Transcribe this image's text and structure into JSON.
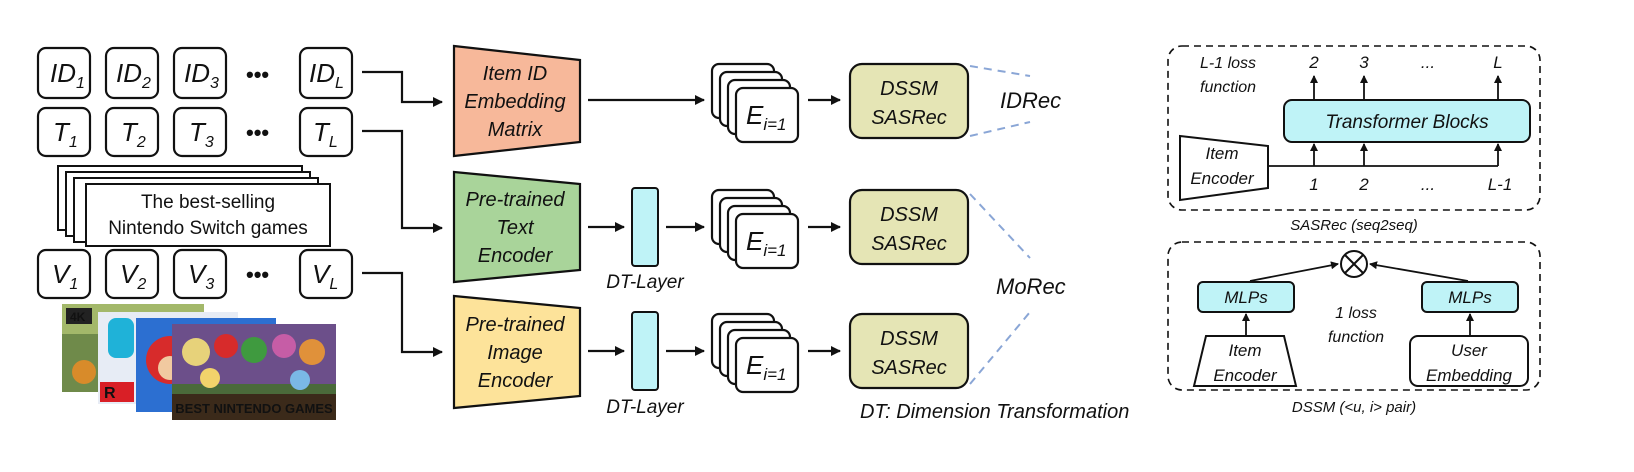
{
  "inputs": {
    "id_row": [
      "ID",
      "ID",
      "ID",
      "ID"
    ],
    "id_subs": [
      "1",
      "2",
      "3",
      "L"
    ],
    "t_row": [
      "T",
      "T",
      "T",
      "T"
    ],
    "t_subs": [
      "1",
      "2",
      "3",
      "L"
    ],
    "v_row": [
      "V",
      "V",
      "V",
      "V"
    ],
    "v_subs": [
      "1",
      "2",
      "3",
      "L"
    ],
    "ellipsis": "•••",
    "text_card_line1": "The best-selling",
    "text_card_line2": "Nintendo Switch games",
    "game_banner_text": "BEST NINTENDO GAMES",
    "badge_4k": "4K"
  },
  "encoders": {
    "item_id": [
      "Item ID",
      "Embedding",
      "Matrix"
    ],
    "text": [
      "Pre-trained",
      "Text",
      "Encoder"
    ],
    "image": [
      "Pre-trained",
      "Image",
      "Encoder"
    ]
  },
  "dt_layer_label": "DT-Layer",
  "embedding": {
    "symbol": "E",
    "subscript": "i=1"
  },
  "model_box": [
    "DSSM",
    "SASRec"
  ],
  "labels": {
    "idrec": "IDRec",
    "morec": "MoRec",
    "dt_note": "DT: Dimension Transformation"
  },
  "sasrec_panel": {
    "loss_line1": "L-1 loss",
    "loss_line2": "function",
    "outputs": [
      "2",
      "3",
      "...",
      "L"
    ],
    "inputs": [
      "1",
      "2",
      "...",
      "L-1"
    ],
    "transformer": "Transformer Blocks",
    "item_encoder": [
      "Item",
      "Encoder"
    ],
    "caption": "SASRec (seq2seq)"
  },
  "dssm_panel": {
    "mlp_left": "MLPs",
    "mlp_right": "MLPs",
    "loss_line1": "1 loss",
    "loss_line2": "function",
    "item_encoder": [
      "Item",
      "Encoder"
    ],
    "user_embedding": [
      "User",
      "Embedding"
    ],
    "caption": "DSSM (<u, i> pair)"
  },
  "colors": {
    "item_id_encoder": "#f7b89a",
    "text_encoder": "#a9d49a",
    "image_encoder": "#fde39a",
    "dt_layer": "#bff3f7",
    "model_box": "#e5e5b5",
    "transformer": "#bff3f7",
    "mlp": "#bff3f7",
    "dashed_link": "#8aa6d6"
  }
}
